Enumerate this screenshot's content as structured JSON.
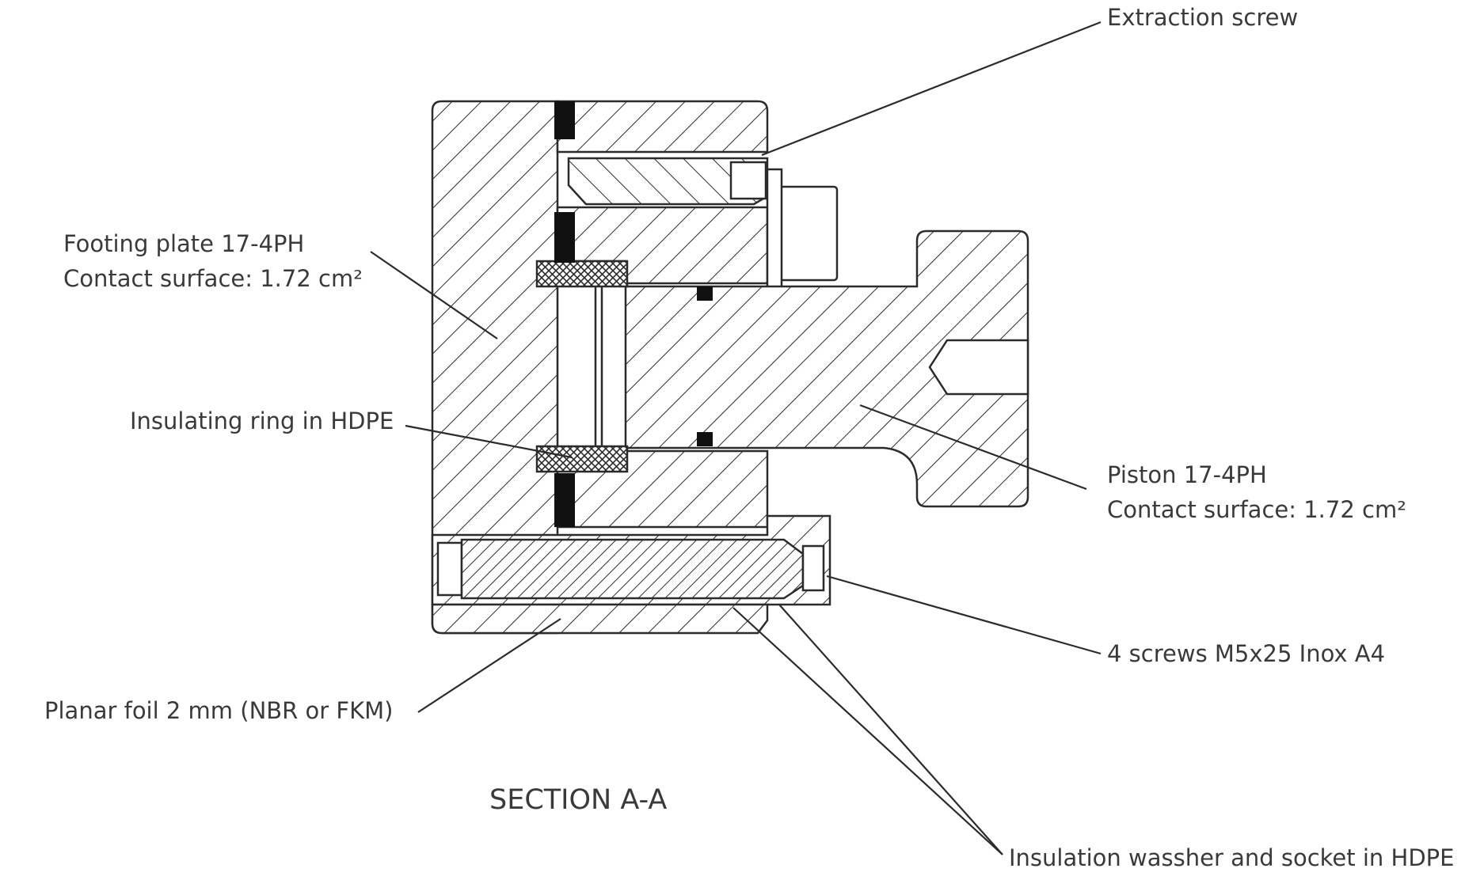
{
  "drawing": {
    "title": "SECTION A-A",
    "labels": {
      "extraction_screw": "Extraction screw",
      "footing_plate_line1": "Footing plate 17-4PH",
      "footing_plate_line2": "Contact surface: 1.72 cm²",
      "insulating_ring": "Insulating ring in HDPE",
      "piston_line1": "Piston 17-4PH",
      "piston_line2": "Contact surface: 1.72 cm²",
      "screws": "4 screws M5x25 Inox A4",
      "planar_foil": "Planar foil 2 mm (NBR or FKM)",
      "insulation_washer": "Insulation wassher and socket in HDPE"
    }
  }
}
